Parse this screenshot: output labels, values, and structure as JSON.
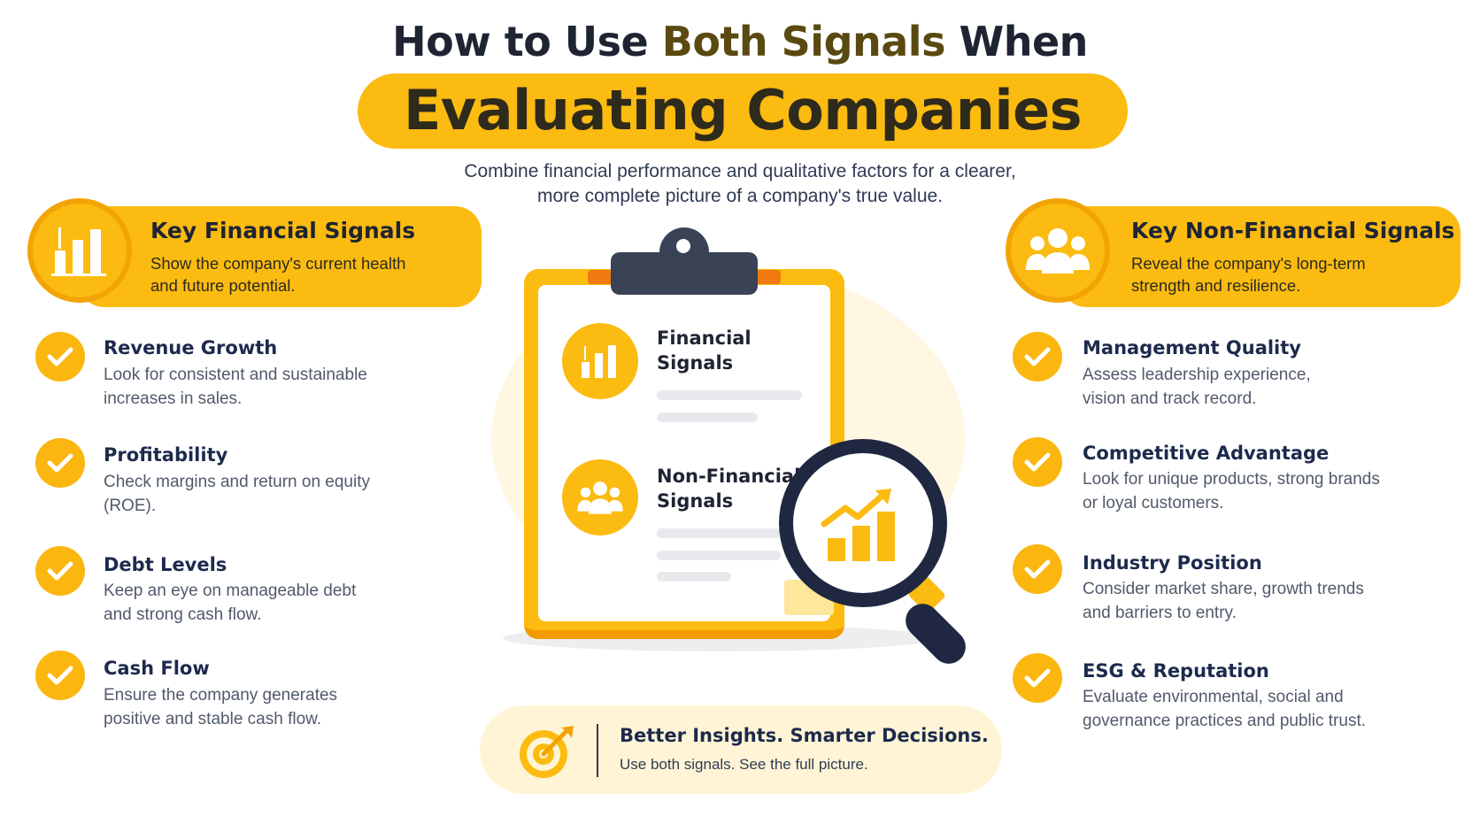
{
  "header": {
    "title_part1": "How to Use ",
    "title_accent": "Both Signals",
    "title_part2": " When",
    "title_line2": "Evaluating Companies",
    "subtitle_line1": "Combine financial performance and qualitative factors for a clearer,",
    "subtitle_line2": "more complete picture of a company's true value."
  },
  "left": {
    "icon": "bar-chart-icon",
    "title": "Key Financial Signals",
    "desc_line1": "Show the company's current health",
    "desc_line2": "and future potential.",
    "items": [
      {
        "title": "Revenue Growth",
        "line1": "Look for consistent and sustainable",
        "line2": "increases in sales."
      },
      {
        "title": "Profitability",
        "line1": "Check margins and return on equity",
        "line2": "(ROE)."
      },
      {
        "title": "Debt Levels",
        "line1": "Keep an eye on manageable debt",
        "line2": "and strong cash flow."
      },
      {
        "title": "Cash Flow",
        "line1": "Ensure the company generates",
        "line2": "positive and stable cash flow."
      }
    ]
  },
  "right": {
    "icon": "people-group-icon",
    "title": "Key Non-Financial Signals",
    "desc_line1": "Reveal the company's long-term",
    "desc_line2": "strength and resilience.",
    "items": [
      {
        "title": "Management Quality",
        "line1": "Assess leadership experience,",
        "line2": "vision and track record."
      },
      {
        "title": "Competitive Advantage",
        "line1": "Look for unique products, strong brands",
        "line2": "or loyal customers."
      },
      {
        "title": "Industry Position",
        "line1": "Consider market share, growth trends",
        "line2": "and barriers to entry."
      },
      {
        "title": "ESG & Reputation",
        "line1": "Evaluate environmental, social and",
        "line2": "governance practices and public trust."
      }
    ]
  },
  "center": {
    "card1_line1": "Financial",
    "card1_line2": "Signals",
    "card2_line1": "Non-Financial",
    "card2_line2": "Signals"
  },
  "callout": {
    "icon": "target-icon",
    "title": "Better Insights. Smarter Decisions.",
    "desc": "Use both signals. See the full picture."
  },
  "colors": {
    "accent": "#fbbb10",
    "accent_dark": "#f3a405",
    "navy": "#1d2a4d",
    "callout_bg": "#fff5d6"
  }
}
